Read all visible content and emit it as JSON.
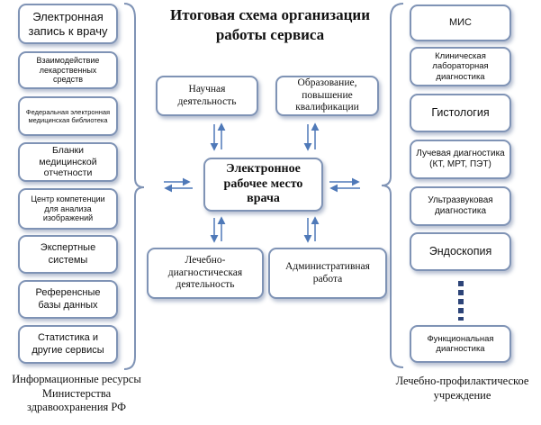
{
  "title": "Итоговая схема организации работы сервиса",
  "center": "Электронное рабочее место врача",
  "inner": {
    "science": "Научная деятельность",
    "education": "Образование, повышение квалификации",
    "treatment": "Лечебно-диагностическая деятельность",
    "admin": "Административная работа"
  },
  "left_items": [
    "Электронная запись к врачу",
    "Взаимодействие лекарственных средств",
    "Федеральная электронная медицинская библиотека",
    "Бланки медицинской отчетности",
    "Центр компетенции для анализа изображений",
    "Экспертные системы",
    "Референсные базы данных",
    "Статистика и другие сервисы"
  ],
  "right_items": [
    "МИС",
    "Клиническая лабораторная диагностика",
    "Гистология",
    "Лучевая диагностика (КТ, МРТ, ПЭТ)",
    "Ультразвуковая диагностика",
    "Эндоскопия",
    "Функциональная диагностика"
  ],
  "left_caption": "Информационные ресурсы Министерства здравоохранения РФ",
  "right_caption": "Лечебно-профилактическое учреждение",
  "colors": {
    "border": "#7f93b5",
    "arrow": "#4f79b8",
    "dots": "#2d4478"
  }
}
